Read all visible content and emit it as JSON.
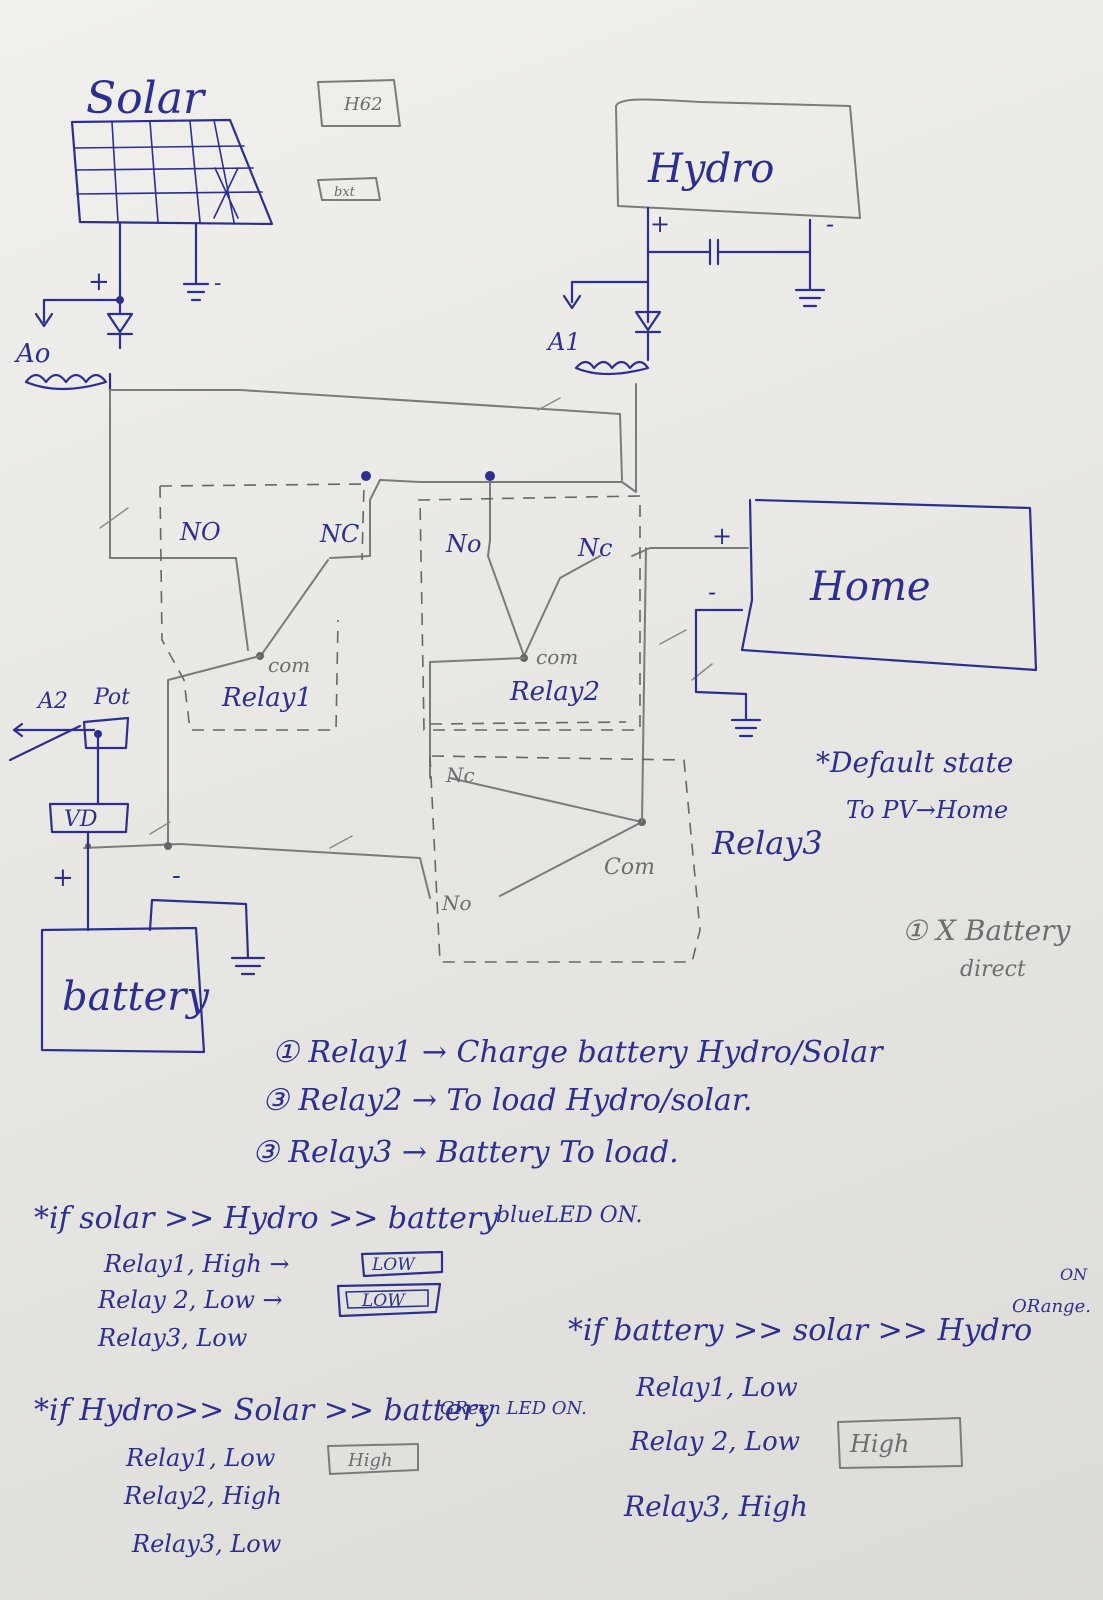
{
  "labels": {
    "solar": "Solar",
    "hydro": "Hydro",
    "home": "Home",
    "battery": "battery",
    "a0": "Ao",
    "a1": "A1",
    "a2": "A2",
    "pot": "Pot",
    "vd": "VD",
    "h62": "H62",
    "box2": "bxt",
    "plus": "+",
    "minus": "-",
    "relay1": {
      "title": "Relay1",
      "no": "NO",
      "nc": "NC",
      "com": "com"
    },
    "relay2": {
      "title": "Relay2",
      "no": "No",
      "nc": "Nc",
      "com": "com"
    },
    "relay3": {
      "title": "Relay3",
      "nc": "Nc",
      "no": "No",
      "com": "Com"
    },
    "default_state_1": "*Default state",
    "default_state_2": "To PV→Home",
    "note_battery_1": "① X Battery",
    "note_battery_2": "direct"
  },
  "notes": {
    "line1": "① Relay1 → Charge battery Hydro/Solar",
    "line2": "③ Relay2 → To load Hydro/solar.",
    "line3": "③ Relay3 → Battery To load.",
    "caseA": {
      "title": "*if solar >> Hydro >> battery",
      "led": "blueLED ON.",
      "r1": "Relay1, High →",
      "r1_box": "LOW",
      "r2": "Relay 2, Low →",
      "r2_box": "LOW",
      "r3": "Relay3, Low"
    },
    "caseB": {
      "title": "*if Hydro>> Solar >> battery",
      "led": "GReen LED ON.",
      "r1": "Relay1, Low",
      "r1_box": "High",
      "r2": "Relay2, High",
      "r3": "Relay3, Low"
    },
    "caseC": {
      "title": "*if battery >> solar >> Hydro",
      "led_top": "ON",
      "led": "ORange.",
      "r1": "Relay1, Low",
      "r2": "Relay 2, Low",
      "r2_box": "High",
      "r3": "Relay3, High"
    }
  },
  "colors": {
    "ink": "#2c2f8f",
    "pencil": "#7b7b7b",
    "paper": "#efeeea"
  }
}
